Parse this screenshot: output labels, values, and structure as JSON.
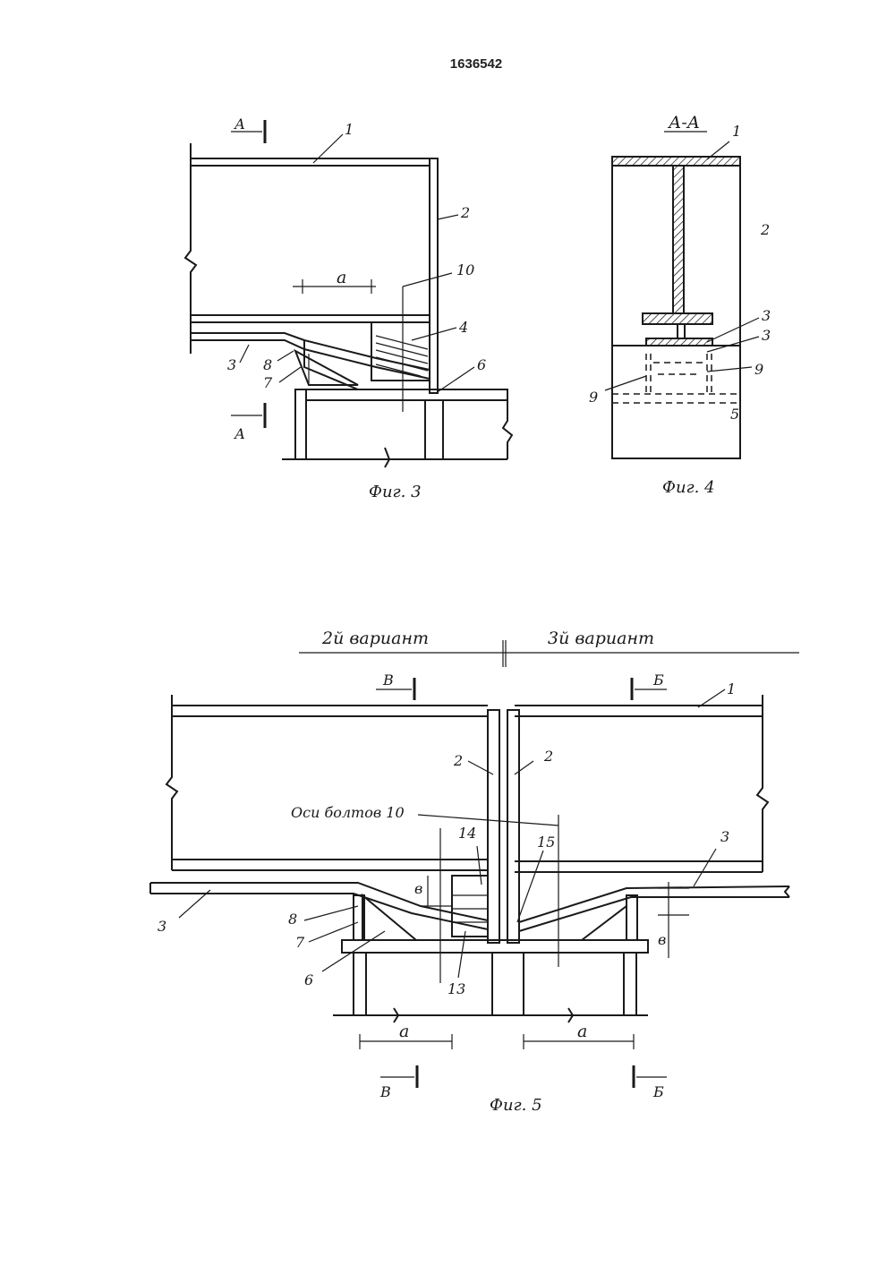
{
  "document": {
    "number": "1636542"
  },
  "fig3": {
    "caption": "Фиг. 3",
    "section_marks": [
      "А",
      "А"
    ],
    "dimension": "а",
    "part_labels": [
      "1",
      "2",
      "10",
      "4",
      "3",
      "8",
      "7",
      "6"
    ]
  },
  "fig4": {
    "caption": "Фиг. 4",
    "section_title": "А-А",
    "part_labels": [
      "1",
      "2",
      "3",
      "3",
      "9",
      "9",
      "5"
    ]
  },
  "fig5": {
    "caption": "Фиг. 5",
    "variant_left": "2й вариант",
    "variant_right": "3й вариант",
    "bolt_axes_label": "Оси болтов 10",
    "section_marks": [
      "В",
      "Б",
      "В",
      "Б"
    ],
    "dimension_a": "а",
    "dimension_b": "в",
    "part_labels": [
      "1",
      "2",
      "2",
      "14",
      "15",
      "3",
      "3",
      "8",
      "7",
      "6",
      "13"
    ]
  },
  "colors": {
    "ink": "#1a1a1a",
    "paper": "#ffffff"
  }
}
